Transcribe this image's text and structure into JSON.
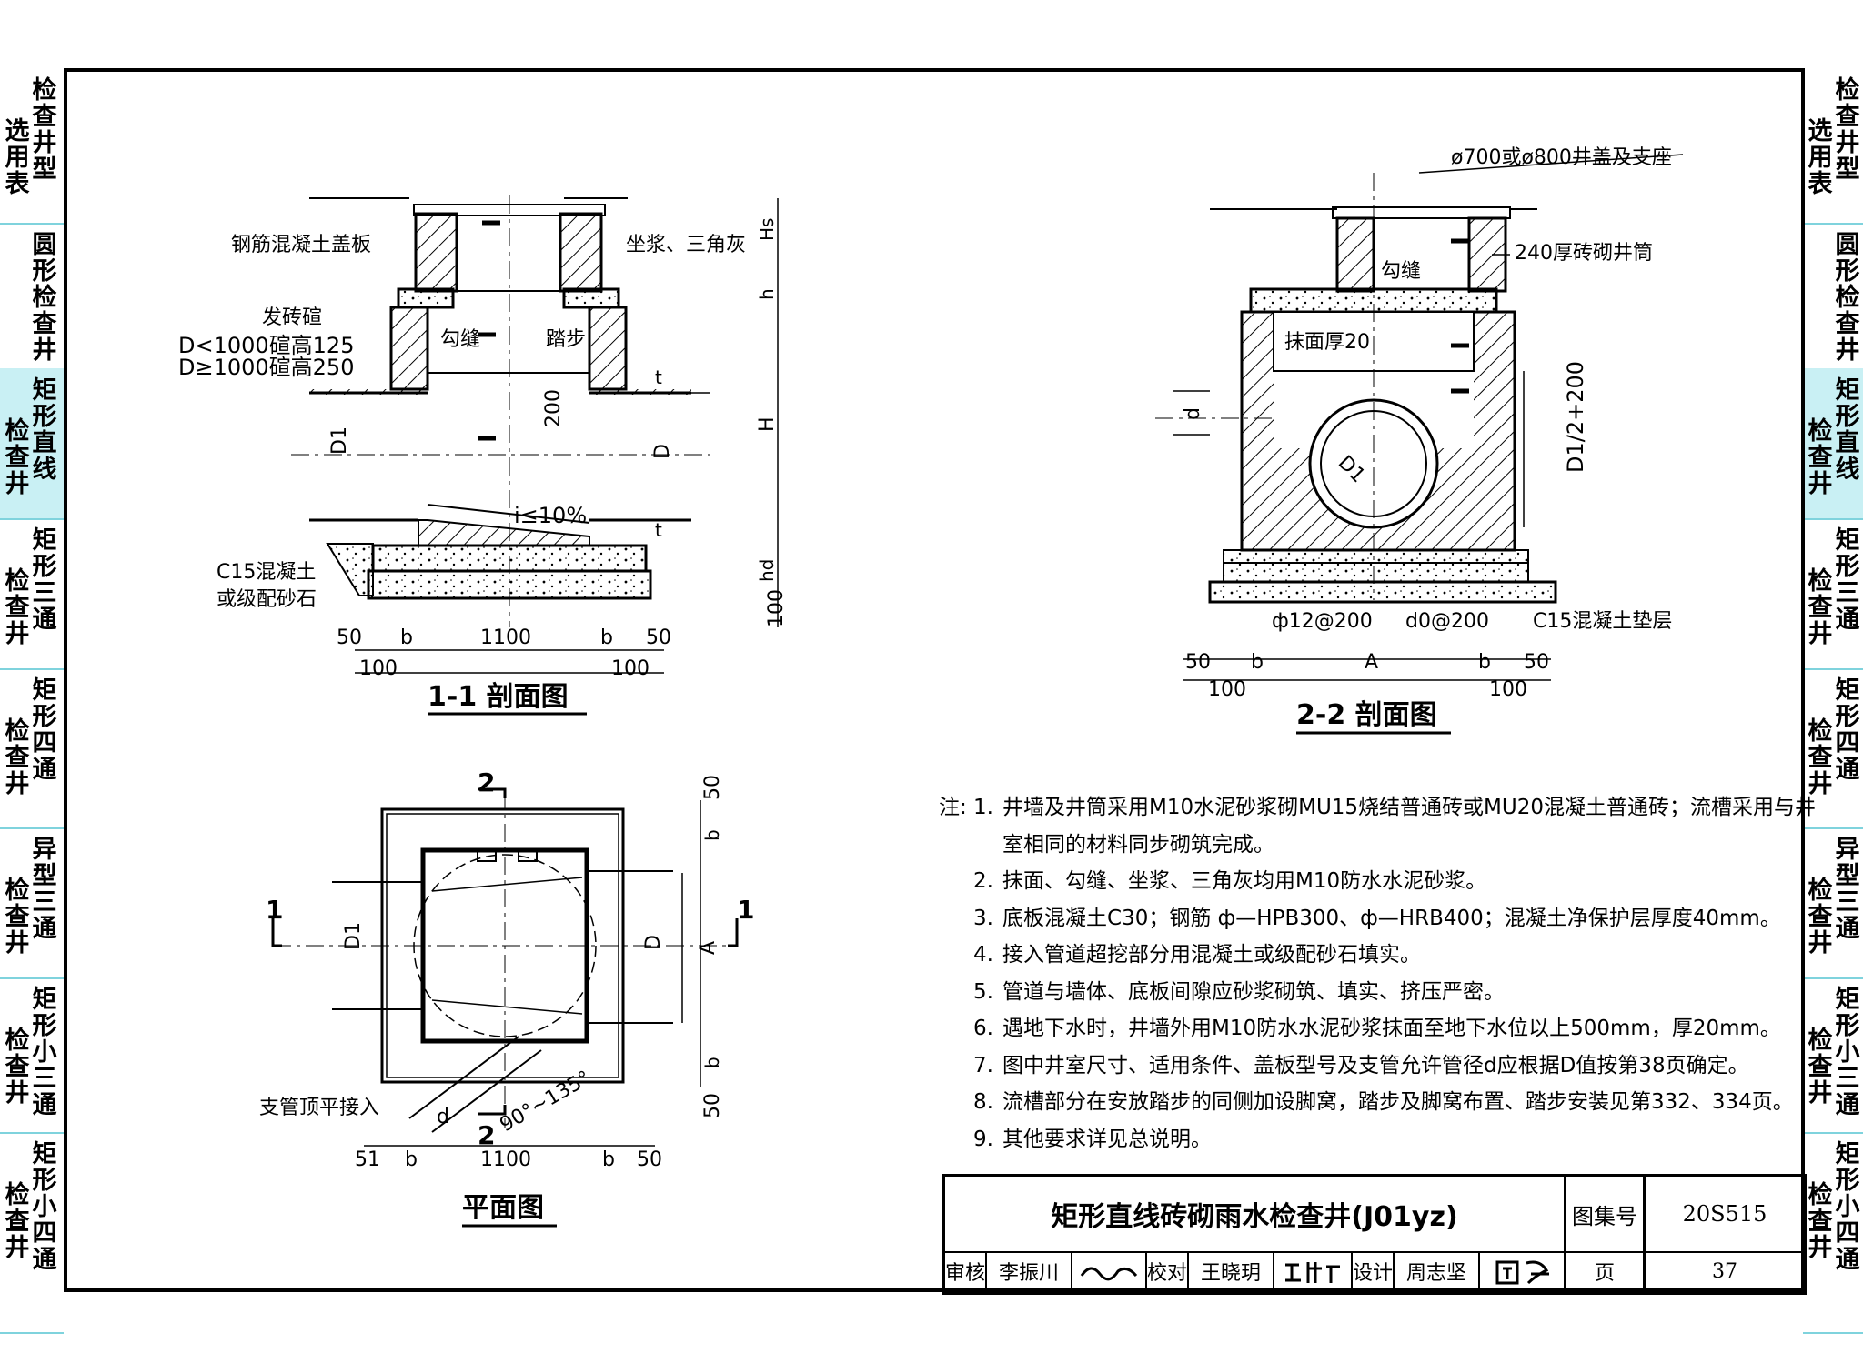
{
  "side_tabs": {
    "left": [
      {
        "col1": "选用表",
        "col2": "检查井型",
        "active": false
      },
      {
        "col1": "",
        "col2": "圆形检查井",
        "active": false
      },
      {
        "col1": "检查井",
        "col2": "矩形直线",
        "active": true
      },
      {
        "col1": "检查井",
        "col2": "矩形三通",
        "active": false
      },
      {
        "col1": "检查井",
        "col2": "矩形四通",
        "active": false
      },
      {
        "col1": "检查井",
        "col2": "异型三通",
        "active": false
      },
      {
        "col1": "检查井",
        "col2": "矩形小三通",
        "active": false
      },
      {
        "col1": "检查井",
        "col2": "矩形小四通",
        "active": false
      }
    ],
    "right": [
      {
        "col1": "选用表",
        "col2": "检查井型",
        "active": false
      },
      {
        "col1": "",
        "col2": "圆形检查井",
        "active": false
      },
      {
        "col1": "检查井",
        "col2": "矩形直线",
        "active": true
      },
      {
        "col1": "检查井",
        "col2": "矩形三通",
        "active": false
      },
      {
        "col1": "检查井",
        "col2": "矩形四通",
        "active": false
      },
      {
        "col1": "检查井",
        "col2": "异型三通",
        "active": false
      },
      {
        "col1": "检查井",
        "col2": "矩形小三通",
        "active": false
      },
      {
        "col1": "检查井",
        "col2": "矩形小四通",
        "active": false
      }
    ]
  },
  "section11": {
    "title": "1-1 剖面图",
    "labels": {
      "slab": "钢筋混凝土盖板",
      "mortar": "坐浆、三角灰",
      "arch": "发砖碹",
      "arch_rule1": "D<1000碹高125",
      "arch_rule2": "D≥1000碹高250",
      "joint": "勾缝",
      "step": "踏步",
      "step_dim": "200",
      "slope": "i≤10%",
      "base1": "C15混凝土",
      "base2": "或级配砂石",
      "d1": "D1",
      "d": "D",
      "t": "t",
      "hs": "Hs",
      "h": "h",
      "H": "H",
      "hd": "hd",
      "d100": "100"
    },
    "dims": {
      "a": "50",
      "b": "b",
      "mid": "1100",
      "b2": "b",
      "c": "50",
      "l100": "100",
      "r100": "100"
    }
  },
  "section22": {
    "title": "2-2 剖面图",
    "labels": {
      "cover": "ø700或ø800井盖及支座",
      "shaft": "240厚砖砌井筒",
      "joint": "勾缝",
      "plaster": "抹面厚20",
      "d": "d",
      "d1": "D1",
      "height": "D1/2+200",
      "rebar1": "ф12@200",
      "rebar2": "d0@200",
      "base": "C15混凝土垫层"
    },
    "dims": {
      "a": "50",
      "b": "b",
      "mid": "A",
      "b2": "b",
      "c": "50",
      "l100": "100",
      "r100": "100"
    }
  },
  "plan": {
    "title": "平面图",
    "labels": {
      "cut2": "2",
      "cut1": "1",
      "d1": "D1",
      "d": "D",
      "A": "A",
      "branch": "支管顶平接入",
      "angle": "90°~135°",
      "d_small": "d",
      "b": "b",
      "fifty": "50"
    },
    "dims": {
      "a": "51",
      "b": "b",
      "mid": "1100",
      "b2": "b",
      "c": "50"
    }
  },
  "notes": {
    "prefix": "注:",
    "items": [
      {
        "n": "1.",
        "text": "井墙及井筒采用M10水泥砂浆砌MU15烧结普通砖或MU20混凝土普通砖；流槽采用与井"
      },
      {
        "n": "",
        "text": "室相同的材料同步砌筑完成。"
      },
      {
        "n": "2.",
        "text": "抹面、勾缝、坐浆、三角灰均用M10防水水泥砂浆。"
      },
      {
        "n": "3.",
        "text": "底板混凝土C30；钢筋 ф—HPB300、ф—HRB400；混凝土净保护层厚度40mm。"
      },
      {
        "n": "4.",
        "text": "接入管道超挖部分用混凝土或级配砂石填实。"
      },
      {
        "n": "5.",
        "text": "管道与墙体、底板间隙应砂浆砌筑、填实、挤压严密。"
      },
      {
        "n": "6.",
        "text": "遇地下水时，井墙外用M10防水水泥砂浆抹面至地下水位以上500mm，厚20mm。"
      },
      {
        "n": "7.",
        "text": "图中井室尺寸、适用条件、盖板型号及支管允许管径d应根据D值按第38页确定。"
      },
      {
        "n": "8.",
        "text": "流槽部分在安放踏步的同侧加设脚窝，踏步及脚窝布置、踏步安装见第332、334页。"
      },
      {
        "n": "9.",
        "text": "其他要求详见总说明。"
      }
    ]
  },
  "title_block": {
    "title": "矩形直线砖砌雨水检查井(J01yz)",
    "atlas_label": "图集号",
    "atlas_no": "20S515",
    "review_label": "审核",
    "reviewer": "李振川",
    "check_label": "校对",
    "checker": "王晓玥",
    "design_label": "设计",
    "designer": "周志坚",
    "page_label": "页",
    "page_no": "37"
  }
}
